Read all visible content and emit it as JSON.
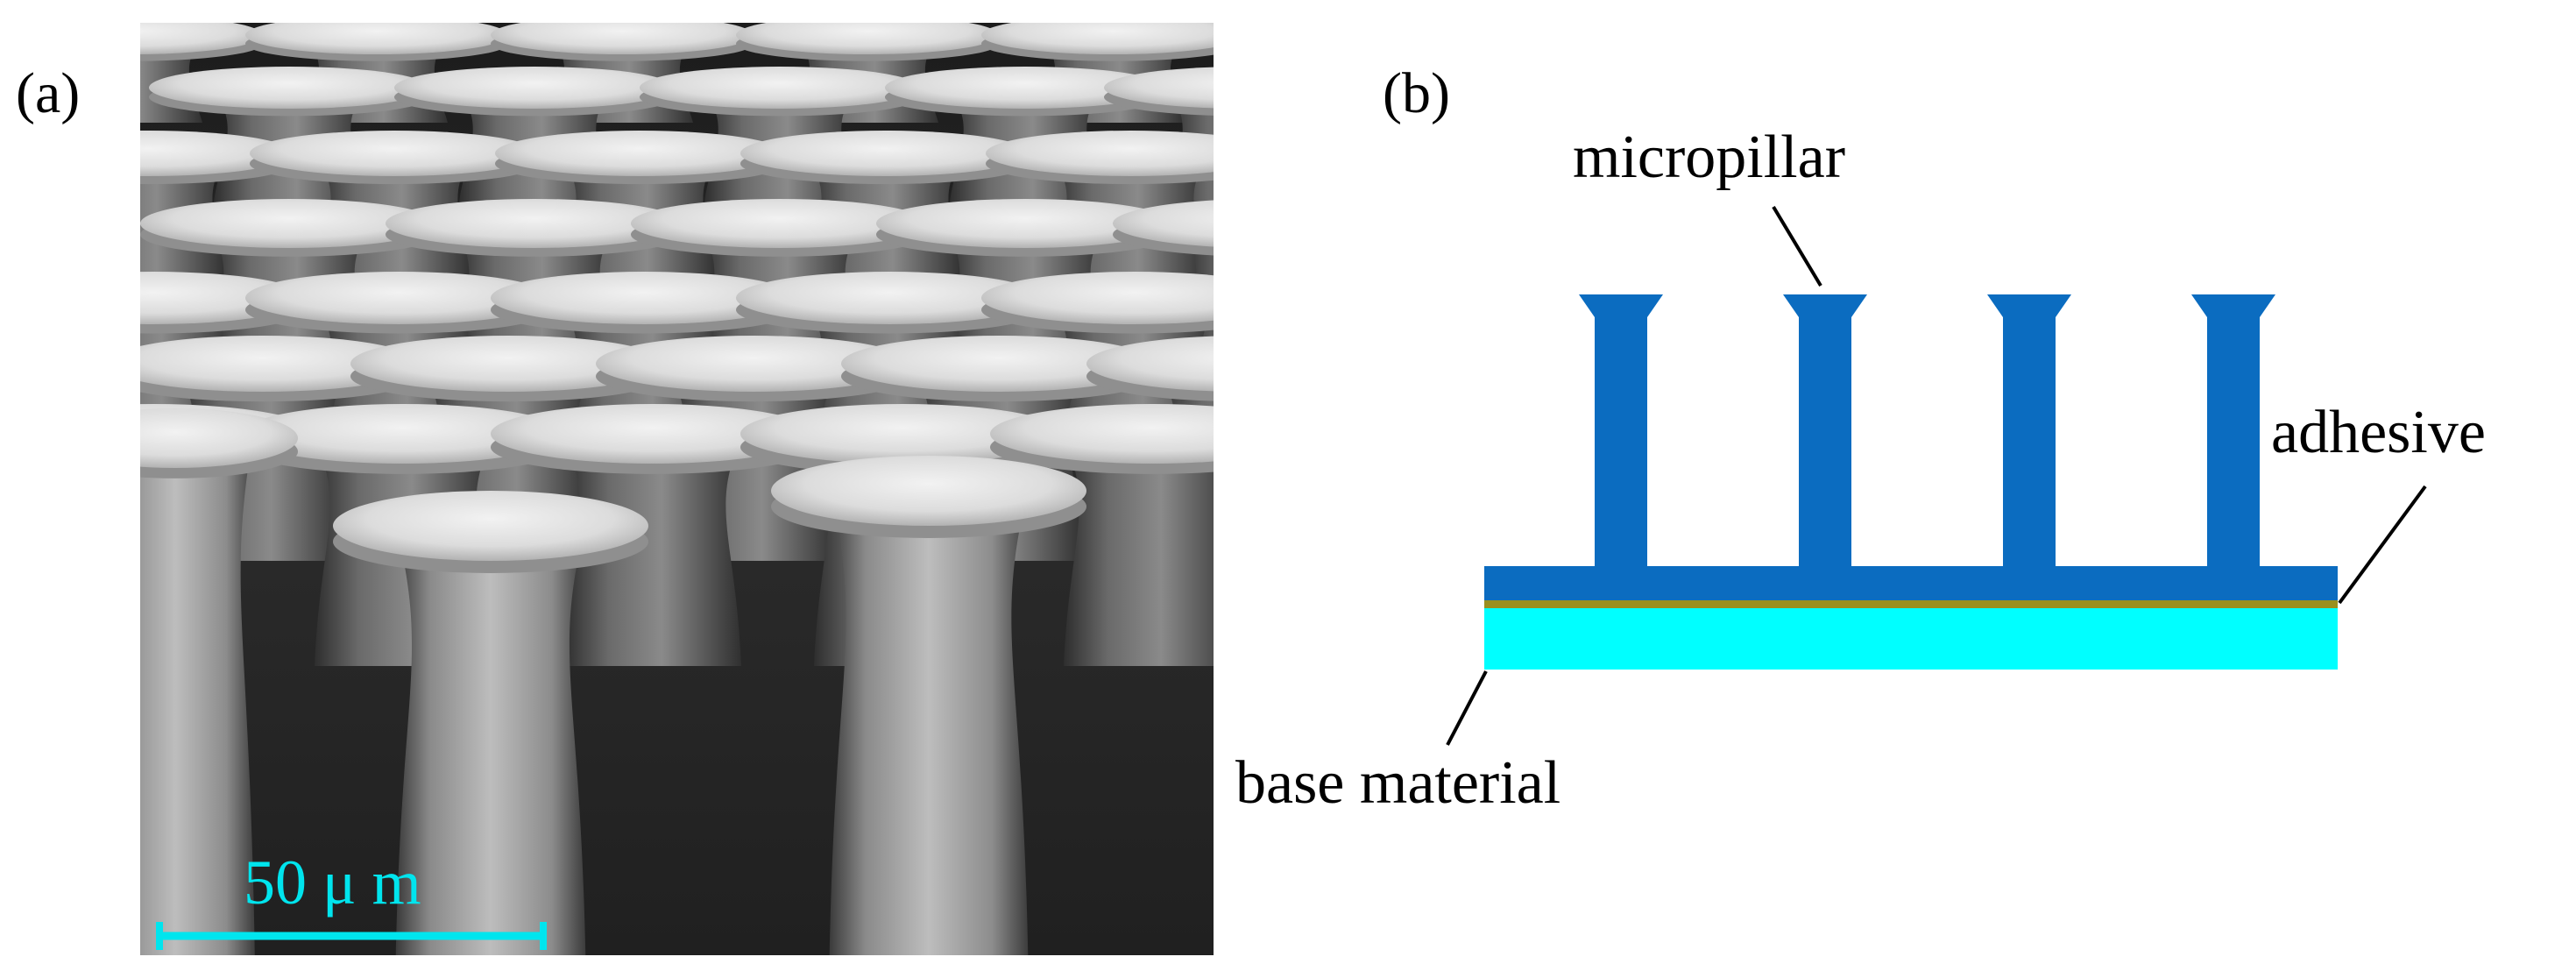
{
  "panels": {
    "a": {
      "label": "(a)",
      "scale_bar": {
        "text": "50 μ m",
        "color": "#00e5ee"
      }
    },
    "b": {
      "label": "(b)",
      "labels": {
        "micropillar": "micropillar",
        "adhesive": "adhesive",
        "base_material": "base material"
      },
      "colors": {
        "pillar": "#0b6cc0",
        "adhesive_layer": "#9a8f1e",
        "base_material": "#00ffff",
        "leader_lines": "#000000"
      },
      "pillar_count": 4
    }
  }
}
